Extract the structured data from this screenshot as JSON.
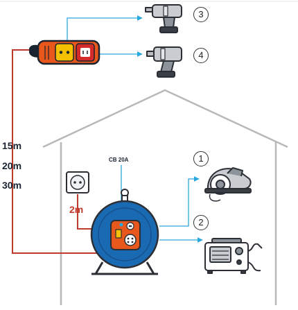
{
  "labels": {
    "len_15": "15m",
    "len_20": "20m",
    "len_30": "30m",
    "len_2": "2m",
    "breaker": "CB 20A"
  },
  "callouts": [
    "1",
    "2",
    "3",
    "4"
  ],
  "icons": {
    "tool_3": "cordless-drill-icon",
    "tool_4": "impact-driver-icon",
    "tool_1": "circular-saw-icon",
    "tool_2": "welder-icon",
    "wall_socket": "wall-socket-icon",
    "reel": "cable-reel-icon",
    "portable_socket": "portable-socket-box-icon"
  },
  "colors": {
    "cable": "#c0392b",
    "arrow": "#29a8e0",
    "reel_blue": "#1a6ab3",
    "reel_orange": "#e8581c",
    "outlet_yellow": "#f4c000",
    "house_line": "#b8b8b8"
  }
}
